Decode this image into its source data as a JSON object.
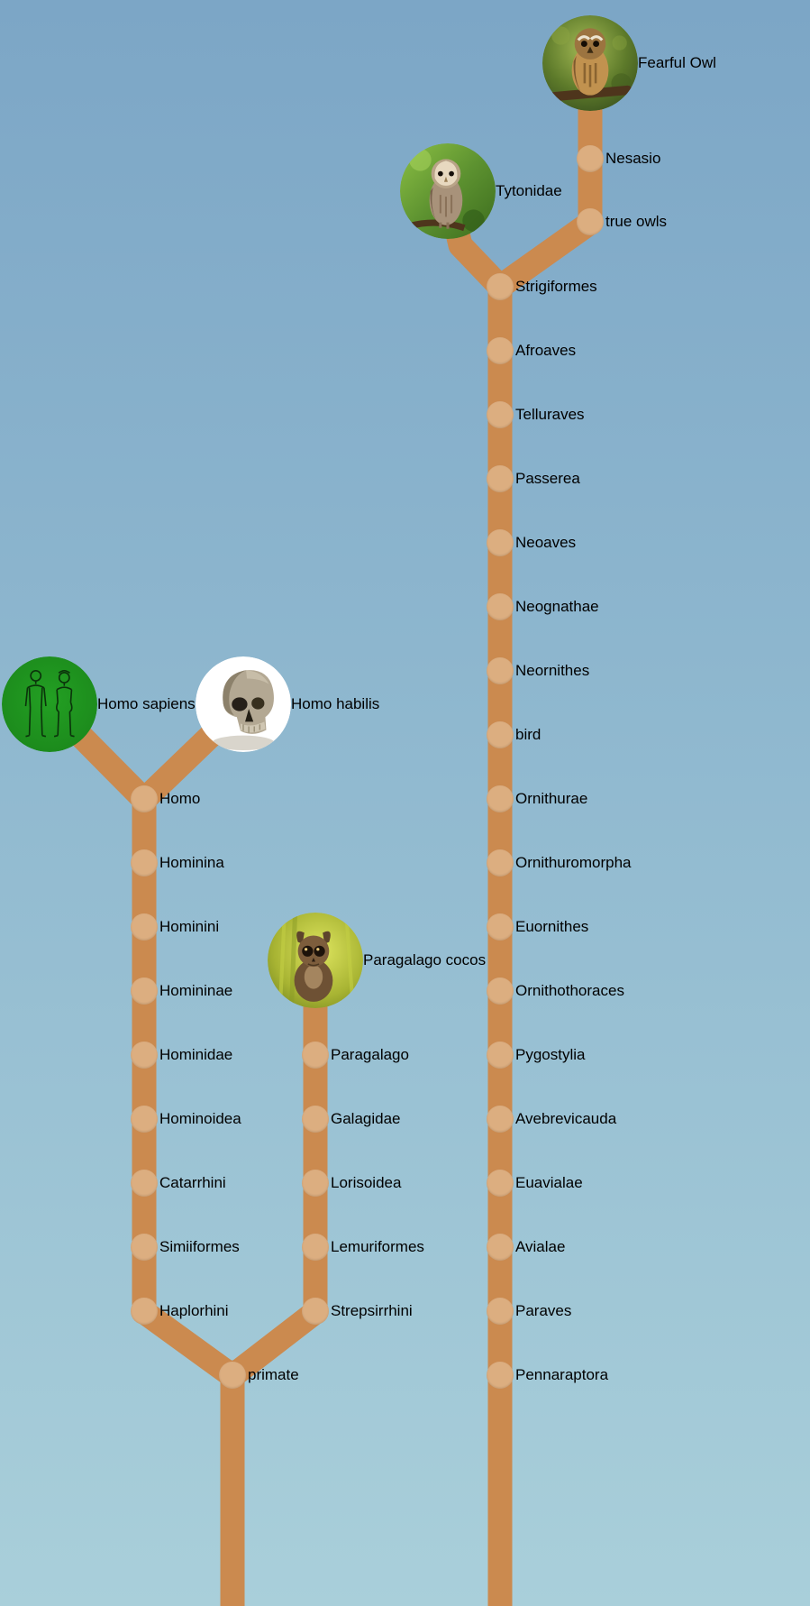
{
  "colors": {
    "bg_top": "#7ca6c6",
    "bg_bottom": "#a9cfda",
    "branch": "#cb8a4f",
    "node_fill": "#dcae80",
    "label_text": "#000000"
  },
  "tips": {
    "fearful_owl": "Fearful Owl",
    "tytonidae": "Tytonidae",
    "homo_sapiens": "Homo sapiens",
    "homo_habilis": "Homo habilis",
    "paragalago_cocos": "Paragalago cocos"
  },
  "nodes": {
    "bird_upper": [
      "Nesasio",
      "true owls"
    ],
    "bird_chain": [
      "Strigiformes",
      "Afroaves",
      "Telluraves",
      "Passerea",
      "Neoaves",
      "Neognathae",
      "Neornithes",
      "bird",
      "Ornithurae",
      "Ornithuromorpha",
      "Euornithes",
      "Ornithothoraces",
      "Pygostylia",
      "Avebrevicauda",
      "Euavialae",
      "Avialae",
      "Paraves",
      "Pennaraptora"
    ],
    "homo_chain": [
      "Homo",
      "Hominina",
      "Hominini",
      "Homininae",
      "Hominidae",
      "Hominoidea",
      "Catarrhini",
      "Simiiformes",
      "Haplorhini"
    ],
    "galago_chain": [
      "Paragalago",
      "Galagidae",
      "Lorisoidea",
      "Lemuriformes",
      "Strepsirrhini"
    ],
    "root": "primate"
  }
}
